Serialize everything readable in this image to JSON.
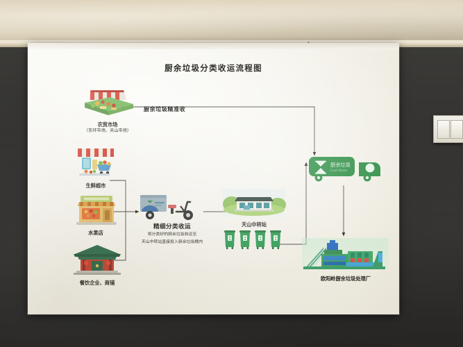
{
  "scene": {
    "description": "wall-mounted kitchen waste sorting and transport flow chart poster",
    "wall_upper_color": "#ded2ba",
    "wall_lower_color": "#333230",
    "poster_color": "#f6f5ef"
  },
  "switch": {
    "name": "double light switch"
  },
  "poster": {
    "title": "厨余垃圾分类收运流程图",
    "flow_label_top": "厨余垃圾精准收",
    "sources": [
      {
        "id": "market",
        "icon": "market-stall-icon",
        "label": "农贸市场",
        "sub": "（东环市场、天山市场）"
      },
      {
        "id": "supermarket",
        "icon": "grocery-store-icon",
        "label": "生鲜超市",
        "sub": ""
      },
      {
        "id": "fruitshop",
        "icon": "fruit-shop-icon",
        "label": "水果店",
        "sub": ""
      },
      {
        "id": "restaurant",
        "icon": "restaurant-icon",
        "label": "餐饮企业、商铺",
        "sub": ""
      }
    ],
    "collection": {
      "icon": "collection-tricycle-icon",
      "headline": "精细分类收运",
      "line1": "将分类好的厨余垃圾收运至",
      "line2": "天山中转站直接投入厨余垃圾桶内"
    },
    "station": {
      "icon": "transfer-station-icon",
      "label": "天山中转站",
      "bins_count": 4,
      "bin_color": "#2e9c54",
      "bin_icon": "recycle-icon"
    },
    "truck": {
      "icon": "garbage-truck-icon",
      "body_color": "#2f8f46",
      "text_cn": "厨余垃圾",
      "text_en": "Food Waste",
      "symbol": "food-waste-icon"
    },
    "plant": {
      "icon": "processing-plant-icon",
      "label": "欧阳岭厨余垃圾处理厂"
    }
  }
}
